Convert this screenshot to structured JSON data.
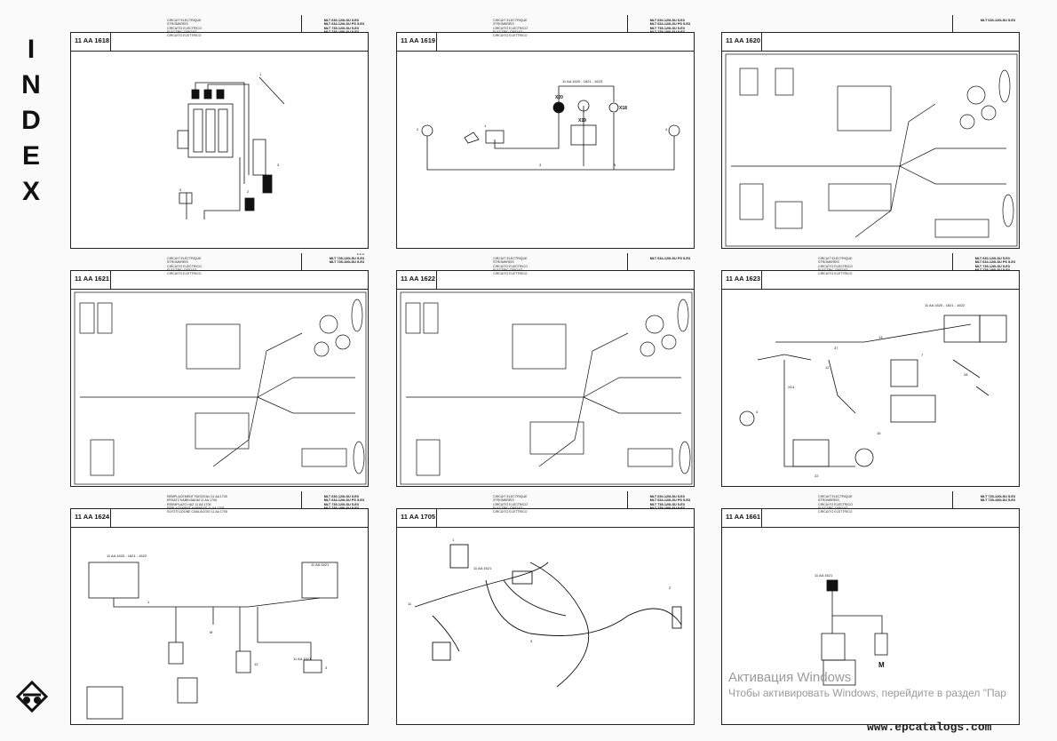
{
  "sidebar": {
    "index_letters": [
      "I",
      "N",
      "D",
      "E",
      "X"
    ]
  },
  "caption_lines": "CIRCUIT ELECTRIQUE\nSTROMKREIS\nCIRCUITO ELECTRICO\nELECTRIC CIRCUIT\nCIRCUITO ELETTRICO",
  "cards": [
    {
      "code": "11 AA 1618",
      "model": "MLT 630-120LSU 5-E3\nMLT 634-120LSU PS 5-E3\nMLT 735-120LSU 5-E3\nMLT 735-100LSU 5-E3"
    },
    {
      "code": "11 AA 1619",
      "model": "MLT 630-120LSU 5-E3\nMLT 634-120LSU PS 5-E3\nMLT 735-120LSU 5-E3\nMLT 735-100LSU 5-E3"
    },
    {
      "code": "11 AA 1620",
      "model": "MLT 630-120LSU 5-E3"
    },
    {
      "code": "11 AA 1621",
      "model": "MLT 735-120LSU 5-E3\nMLT 735-100LSU 5-E3"
    },
    {
      "code": "11 AA 1622",
      "model": "MLT 634-120LSU PS 5-E3"
    },
    {
      "code": "11 AA 1623",
      "model": "MLT 630-120LSU 5-E3\nMLT 634-120LSU PS 5-E3\nMLT 735-120LSU 5-E3\nMLT 735-100LSU 5-E3"
    },
    {
      "code": "11 AA 1624",
      "model": "MLT 630-120LSU 5-E3\nMLT 634-120LSU PS 5-E3\nMLT 735-120LSU 5-E3\nMLT 735-100LSU 5-E3",
      "caption": "REMPLACEMENT FAISCEAU 11 AA 1705\nERSATZ KABELBAUM 11 AA 1705\nREEMPLAZO HAZ 11 AA 1705\nREPLACEMENT HARNESS 11 AA 1705\nSOSTITUZIONE CABLAGGIO 11 AA 1705"
    },
    {
      "code": "11 AA 1705",
      "model": "MLT 630-120LSU 5-E3\nMLT 634-120LSU PS 5-E3\nMLT 735-120LSU 5-E3\nMLT 735-100LSU 5-E3"
    },
    {
      "code": "11 AA 1661",
      "model": "MLT 735-120LSU 5-E3\nMLT 735-100LSU 5-E3"
    }
  ],
  "diagram_labels": {
    "d1619": {
      "ref": "11 AA 1620 - 1621 - 1623",
      "x20": "X20",
      "x18": "X18",
      "x19": "X19",
      "n2": "2",
      "n3": "3",
      "n4": "4",
      "n5": "5",
      "n1": "1"
    },
    "d1623": {
      "ref": "11 AA 1620 - 1621 - 1622",
      "x14": "X14",
      "n37": "37",
      "n13": "13",
      "n12": "12",
      "n7": "7",
      "n28": "28",
      "n15": "15",
      "n22": "22",
      "n4": "4"
    },
    "d1624": {
      "ref": "11 AA 1620 - 1621 - 1622",
      "n1": "1",
      "m": "M",
      "n12": "12",
      "n3": "3",
      "ref2": "11 AA 1621",
      "ref3": "11 AA 1621"
    },
    "d1705": {
      "ref": "11 AA 1621",
      "n11": "11",
      "n1": "1",
      "n2": "2",
      "n3": "3"
    },
    "d1661": {
      "ref": "11 AA 1621",
      "m": "M"
    }
  },
  "watermark": {
    "line1": "Активация Windows",
    "line2": "Чтобы активировать Windows, перейдите в раздел \"Пар"
  },
  "site": "www.epcatalogs.com"
}
